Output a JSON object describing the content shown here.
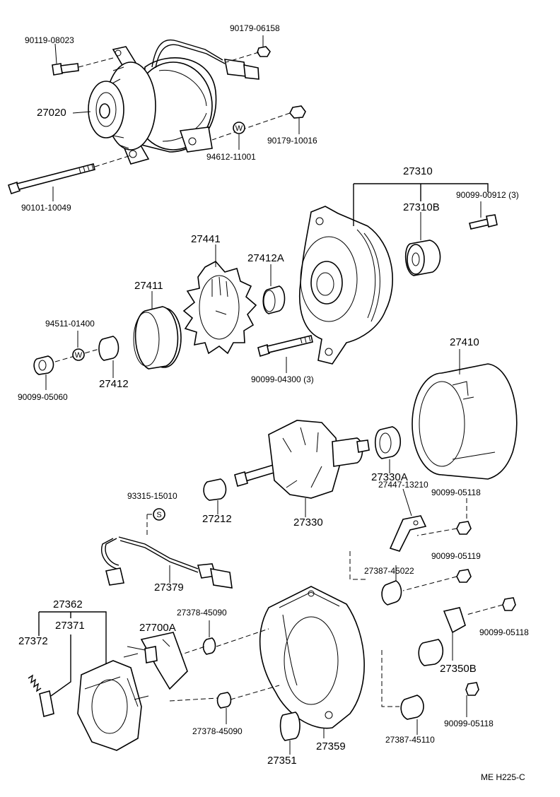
{
  "labels": {
    "p90119_08023": "90119-08023",
    "p90179_06158": "90179-06158",
    "p27020": "27020",
    "p90179_10016": "90179-10016",
    "p94612_11001": "94612-11001",
    "p90101_10049": "90101-10049",
    "p27310": "27310",
    "p27310B": "27310B",
    "p90099_00912": "90099-00912 (3)",
    "p27441": "27441",
    "p27412A": "27412A",
    "p27411": "27411",
    "p94511_01400": "94511-01400",
    "p27412": "27412",
    "p90099_05060": "90099-05060",
    "p90099_04300": "90099-04300 (3)",
    "p27410": "27410",
    "p27330A": "27330A",
    "p93315_15010": "93315-15010",
    "p27212": "27212",
    "p27330": "27330",
    "p90099_05118_a": "90099-05118",
    "p27447_13210": "27447-13210",
    "p90099_05119": "90099-05119",
    "p27387_45022": "27387-45022",
    "p27379": "27379",
    "p27362": "27362",
    "p27371": "27371",
    "p27372": "27372",
    "p27378_45090_a": "27378-45090",
    "p27700A": "27700A",
    "p90099_05118_b": "90099-05118",
    "p27350B": "27350B",
    "p27378_45090_b": "27378-45090",
    "p90099_05118_c": "90099-05118",
    "p27387_45110": "27387-45110",
    "p27359": "27359",
    "p27351": "27351"
  },
  "markers": {
    "w1": "W",
    "w2": "W",
    "s1": "S"
  },
  "footer": {
    "code": "ME  H225-C"
  }
}
